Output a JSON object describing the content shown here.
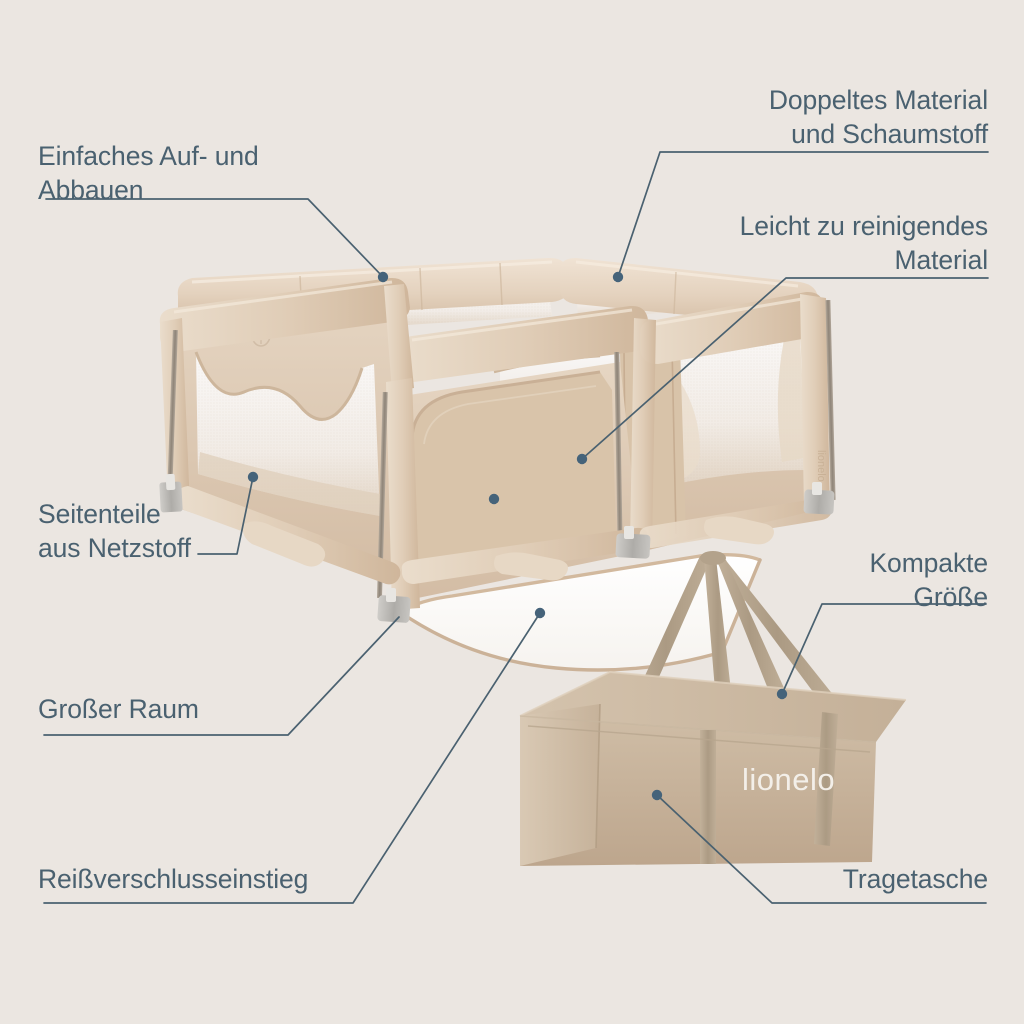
{
  "page": {
    "language": "de",
    "background_color": "#ebe6e1",
    "accent_color": "#4a6170",
    "product_color": "#ddcbb6"
  },
  "brand": {
    "name": "lionelo",
    "bag_logo": "lionelo",
    "post_logo": "lionelo"
  },
  "callouts": [
    {
      "id": "einfaches-auf-und-abbauen",
      "text": "Einfaches Auf- und\nAbbauen",
      "align": "left",
      "target": "top-rail-left"
    },
    {
      "id": "doppeltes-material-und-schaumstoff",
      "text": "Doppeltes Material\nund Schaumstoff",
      "align": "right",
      "target": "top-rail-back"
    },
    {
      "id": "leicht-zu-reinigendes-material",
      "text": "Leicht zu reinigendes\nMaterial",
      "align": "right",
      "target": "inner-floor-panel"
    },
    {
      "id": "seitenteile-aus-netzstoff",
      "text": "Seitenteile\naus Netzstoff",
      "align": "left",
      "target": "mesh-side-panel"
    },
    {
      "id": "grosser-raum",
      "text": "Großer Raum",
      "align": "left",
      "target": "playpen-interior"
    },
    {
      "id": "reissverschlusseinstieg",
      "text": "Reißverschlusseinstieg",
      "align": "left",
      "target": "zipper-door"
    },
    {
      "id": "kompakte-groesse",
      "text": "Kompakte\nGröße",
      "align": "right",
      "target": "carry-bag-top"
    },
    {
      "id": "tragetasche",
      "text": "Tragetasche",
      "align": "right",
      "target": "carry-bag-body"
    }
  ],
  "product": {
    "type": "baby-playpen",
    "parts": [
      "top-rail",
      "corner-post",
      "mesh-side-panel",
      "zipper-door",
      "floor-mat",
      "metal-foot"
    ]
  },
  "bag": {
    "type": "carry-bag",
    "parts": [
      "handle-strap",
      "bag-body",
      "bag-end-panel",
      "zipper-seam"
    ]
  }
}
